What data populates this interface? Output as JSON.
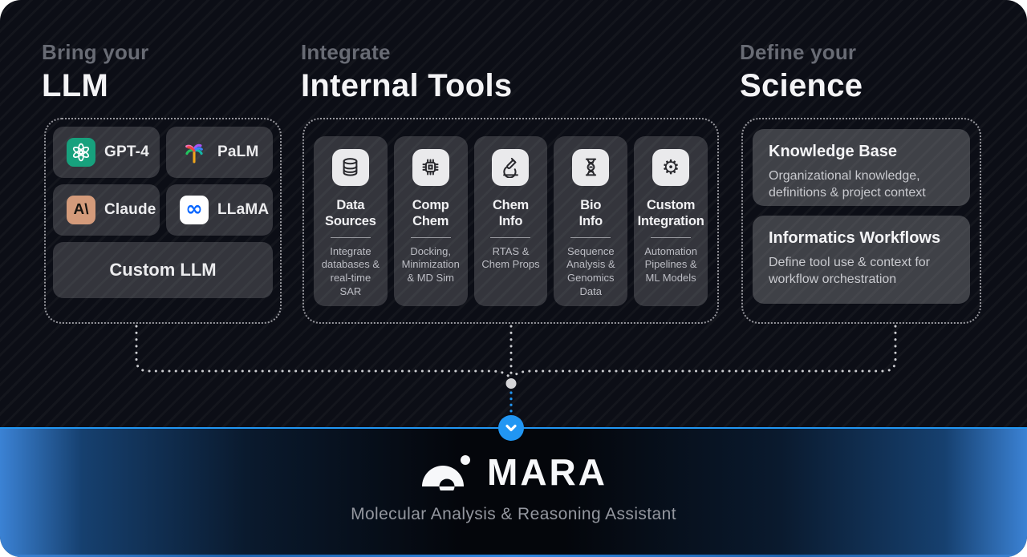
{
  "colors": {
    "background": "#0c0e16",
    "accent_blue": "#2196f3",
    "card_gray": "#3a3b41",
    "heading_muted": "#686b74",
    "heading_white": "#f4f4f6"
  },
  "sections": {
    "llm": {
      "eyebrow": "Bring your",
      "title": "LLM",
      "items": [
        {
          "label": "GPT-4",
          "icon": "openai-logo"
        },
        {
          "label": "PaLM",
          "icon": "palm-tree-logo"
        },
        {
          "label": "Claude",
          "icon": "anthropic-logo",
          "glyph": "A\\"
        },
        {
          "label": "LLaMA",
          "icon": "meta-logo",
          "glyph": "∞"
        }
      ],
      "custom_label": "Custom LLM"
    },
    "tools": {
      "eyebrow": "Integrate",
      "title": "Internal Tools",
      "cards": [
        {
          "title": "Data Sources",
          "subtitle": "Integrate databases & real-time SAR",
          "icon": "database-icon"
        },
        {
          "title": "Comp Chem",
          "subtitle": "Docking, Minimization & MD Sim",
          "icon": "chip-icon"
        },
        {
          "title": "Chem Info",
          "subtitle": "RTAS & Chem Props",
          "icon": "microscope-icon"
        },
        {
          "title": "Bio Info",
          "subtitle": "Sequence Analysis & Genomics Data",
          "icon": "dna-icon"
        },
        {
          "title": "Custom Integration",
          "subtitle": "Automation Pipelines & ML Models",
          "icon": "gear-icon",
          "glyph": "⚙"
        }
      ]
    },
    "science": {
      "eyebrow": "Define your",
      "title": "Science",
      "cards": [
        {
          "title": "Knowledge Base",
          "subtitle": "Organizational knowledge, definitions & project context"
        },
        {
          "title": "Informatics Workflows",
          "subtitle": "Define tool use & context for workflow orchestration"
        }
      ]
    }
  },
  "footer": {
    "brand": "MARA",
    "tagline": "Molecular Analysis & Reasoning Assistant"
  }
}
